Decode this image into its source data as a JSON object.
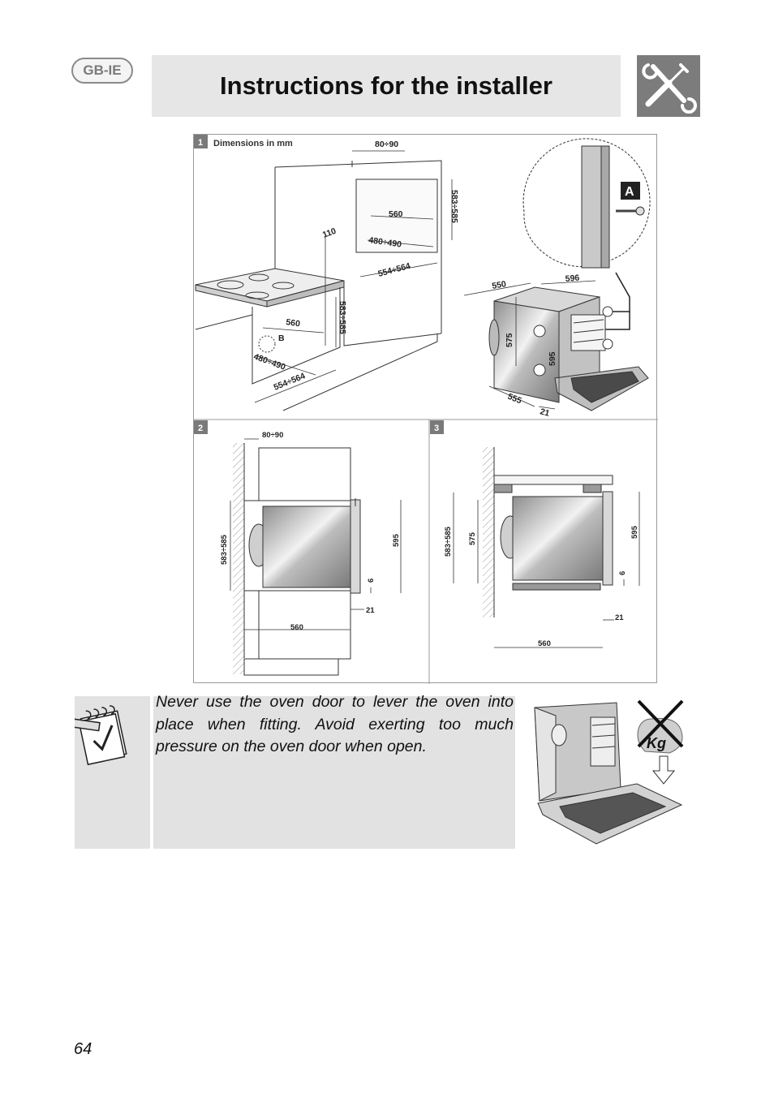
{
  "header": {
    "lang_badge": "GB-IE",
    "title": "Instructions for the installer",
    "icon": "tools-icon"
  },
  "figure": {
    "panel1": {
      "number": "1",
      "caption": "Dimensions in mm",
      "labels": {
        "d80_90": "80÷90",
        "d560_top": "560",
        "d583_585_top": "583÷585",
        "d110": "110",
        "d480_490_top": "480÷490",
        "d554_564_top": "554÷564",
        "d583_585_low": "583÷585",
        "d560_low": "560",
        "b": "B",
        "d480_490_low": "480÷490",
        "d554_564_low": "554÷564",
        "a": "A",
        "d550": "550",
        "d596": "596",
        "d575": "575",
        "d595": "595",
        "d555": "555",
        "d21": "21"
      }
    },
    "panel2": {
      "number": "2",
      "labels": {
        "d80_90": "80÷90",
        "d583_585": "583÷585",
        "d595": "595",
        "d6": "6",
        "d21": "21",
        "d560": "560"
      }
    },
    "panel3": {
      "number": "3",
      "labels": {
        "d583_585": "583÷585",
        "d575": "575",
        "d595": "595",
        "d6": "6",
        "d21": "21",
        "d560": "560"
      }
    }
  },
  "note": {
    "icon": "notepad-check-icon",
    "text": "Never use the oven door to lever the oven into place when fitting. Avoid exerting too much pressure on the oven door when open.",
    "warning_label": "Kg",
    "warning_icon": "no-weight-on-door-icon"
  },
  "page_number": "64"
}
